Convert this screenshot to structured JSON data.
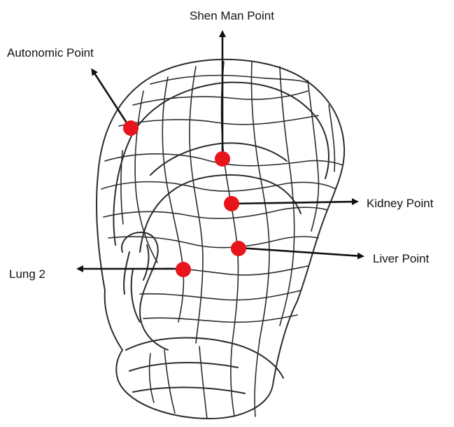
{
  "labels": {
    "shen_man": "Shen Man Point",
    "autonomic": "Autonomic Point",
    "kidney": "Kidney Point",
    "liver": "Liver Point",
    "lung2": "Lung 2"
  },
  "colors": {
    "point": "#e8141c",
    "line": "#2b2b2b",
    "arrow": "#111111"
  }
}
